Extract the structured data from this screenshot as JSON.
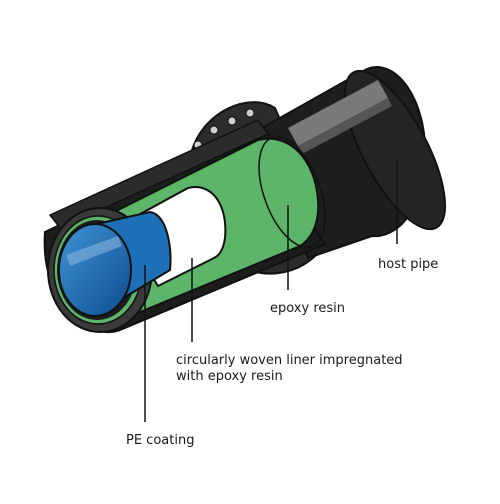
{
  "labels": {
    "host_pipe": "host pipe",
    "epoxy_resin": "epoxy resin",
    "liner_line1": "circularly woven liner impregnated",
    "liner_line2": "with epoxy resin",
    "pe_coating": "PE coating"
  },
  "colors": {
    "host_pipe": "#1c1c1c",
    "host_pipe_highlight": "#6d6d6d",
    "flange": "#2a2a2a",
    "epoxy_resin": "#5db56a",
    "liner": "#ffffff",
    "pe_coating": "#1d6fb8",
    "outline": "#111111"
  }
}
